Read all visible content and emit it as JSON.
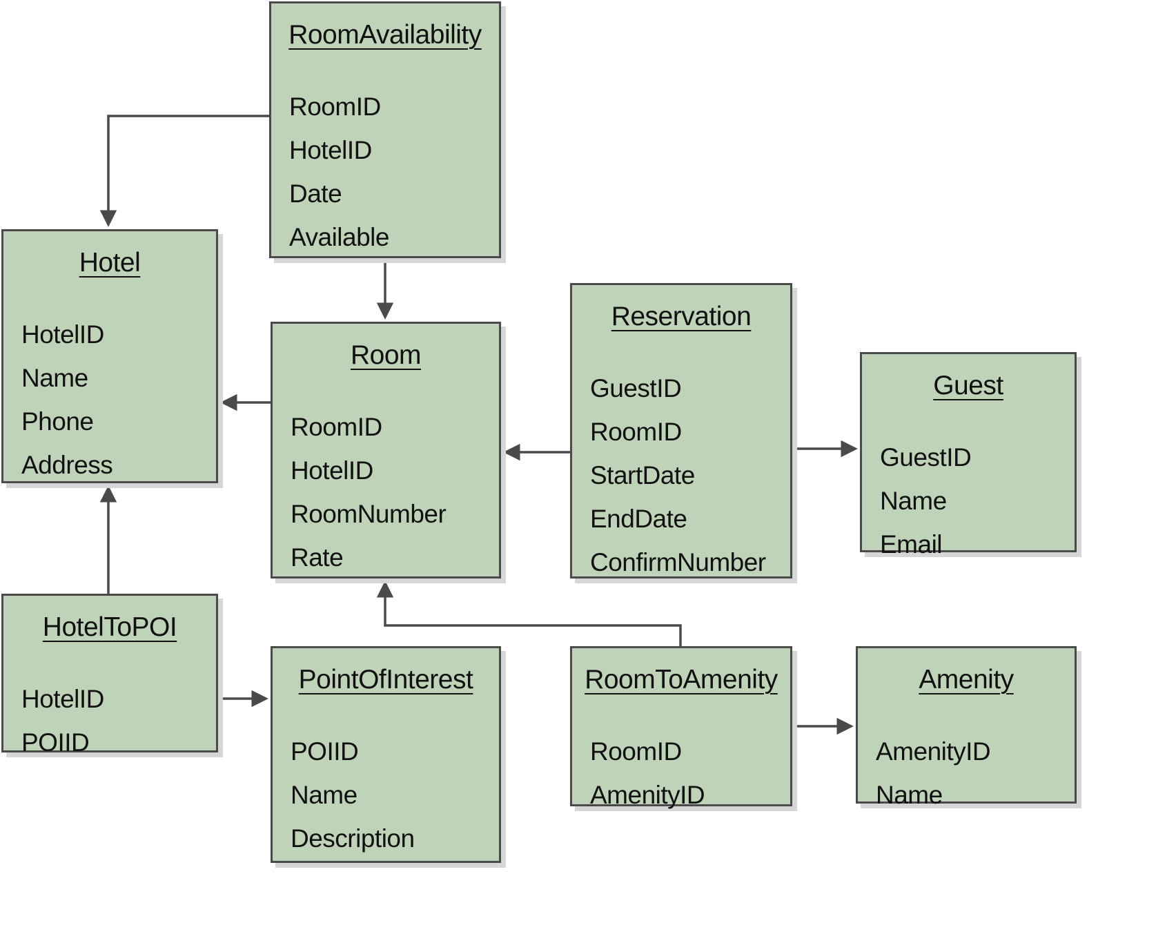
{
  "diagram": {
    "kind": "entity-relationship-schema",
    "colors": {
      "box_fill": "#bfd3b9",
      "box_border": "#4a4a4a",
      "arrow": "#4a4a4a",
      "shadow": "#d6d6d6",
      "background": "#ffffff",
      "text": "#111111"
    },
    "entities": [
      {
        "id": "room-availability",
        "title": "RoomAvailability",
        "fields": [
          "RoomID",
          "HotelID",
          "Date",
          "Available"
        ]
      },
      {
        "id": "hotel",
        "title": "Hotel",
        "fields": [
          "HotelID",
          "Name",
          "Phone",
          "Address"
        ]
      },
      {
        "id": "room",
        "title": "Room",
        "fields": [
          "RoomID",
          "HotelID",
          "RoomNumber",
          "Rate"
        ]
      },
      {
        "id": "reservation",
        "title": "Reservation",
        "fields": [
          "GuestID",
          "RoomID",
          "StartDate",
          "EndDate",
          "ConfirmNumber"
        ]
      },
      {
        "id": "guest",
        "title": "Guest",
        "fields": [
          "GuestID",
          "Name",
          "Email"
        ]
      },
      {
        "id": "hotel-to-poi",
        "title": "HotelToPOI",
        "fields": [
          "HotelID",
          "POIID"
        ]
      },
      {
        "id": "point-of-interest",
        "title": "PointOfInterest",
        "fields": [
          "POIID",
          "Name",
          "Description"
        ]
      },
      {
        "id": "room-to-amenity",
        "title": "RoomToAmenity",
        "fields": [
          "RoomID",
          "AmenityID"
        ]
      },
      {
        "id": "amenity",
        "title": "Amenity",
        "fields": [
          "AmenityID",
          "Name"
        ]
      }
    ],
    "relations": [
      {
        "from": "RoomAvailability",
        "to": "Hotel"
      },
      {
        "from": "RoomAvailability",
        "to": "Room"
      },
      {
        "from": "Room",
        "to": "Hotel"
      },
      {
        "from": "Reservation",
        "to": "Room"
      },
      {
        "from": "Reservation",
        "to": "Guest"
      },
      {
        "from": "HotelToPOI",
        "to": "Hotel"
      },
      {
        "from": "HotelToPOI",
        "to": "PointOfInterest"
      },
      {
        "from": "RoomToAmenity",
        "to": "Room"
      },
      {
        "from": "RoomToAmenity",
        "to": "Amenity"
      }
    ]
  }
}
